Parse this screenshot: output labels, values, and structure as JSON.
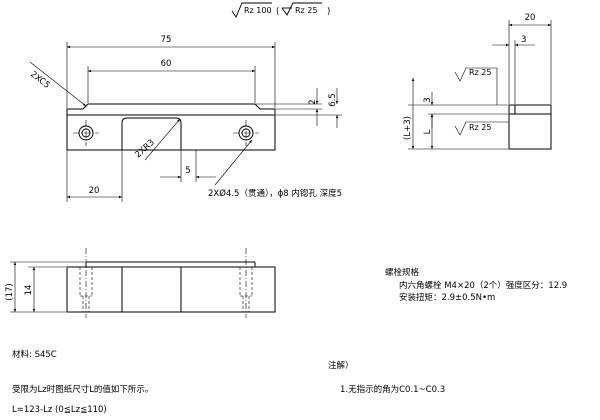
{
  "surface": {
    "rz100": "Rz 100",
    "rz25": "Rz 25",
    "paren_left": "(",
    "paren_right": ")"
  },
  "front_view": {
    "dim_75": "75",
    "dim_60": "60",
    "chamfer": "2XC5",
    "radius": "2XR3",
    "dim_5": "5",
    "dim_20": "20",
    "dim_2": "2",
    "dim_6_5": "6.5",
    "hole_note": "2XØ4.5（贯通），ϕ8 内锪孔  深度5"
  },
  "side_view": {
    "dim_20": "20",
    "dim_3_top": "3",
    "dim_3_left": "3",
    "dim_l_plus_3": "(L+3)",
    "dim_l": "L"
  },
  "bottom_view": {
    "dim_17": "(17)",
    "dim_14": "14"
  },
  "bolt": {
    "title": "螺栓规格",
    "line1": "内六角螺栓  M4×20（2个）强度区分：12.9",
    "line2": "安装扭矩：2.9±0.5N•m"
  },
  "material": "材料:   S45C",
  "notes": {
    "title": "注解）",
    "item1": "1.无指示的角为C0.1~C0.3"
  },
  "lz": {
    "line1": "受限为Lz时图纸尺寸L的值如下所示。",
    "line2": "L=123-Lz   (0≦Lz≦110)"
  }
}
